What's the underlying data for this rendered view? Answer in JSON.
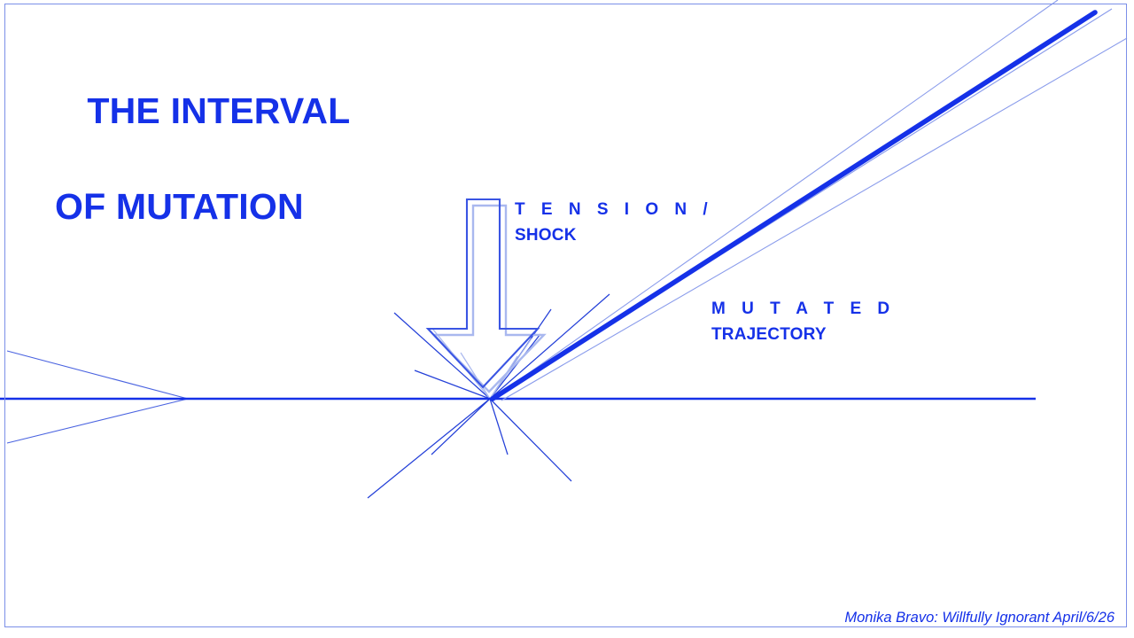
{
  "slide": {
    "background_color": "#ffffff",
    "frame_color": "#7b8fe8",
    "accent_color": "#1531e8",
    "ghost_color": "#a9b8ef",
    "title_line1": "THE INTERVAL",
    "title_line2": "OF MUTATION"
  },
  "labels": {
    "tension_line1": "T E N S I O N /",
    "tension_line2": "SHOCK",
    "mutated_line1": "M U T A T E D",
    "mutated_line2": "TRAJECTORY"
  },
  "credit": {
    "text": "Monika Bravo: Willfully Ignorant April/6/26"
  },
  "diagram": {
    "impact_point": "553,450",
    "baseline": "0,450 to 1169,450",
    "left_vanishing_point": "212,450",
    "trajectory_end": "1236,14"
  }
}
